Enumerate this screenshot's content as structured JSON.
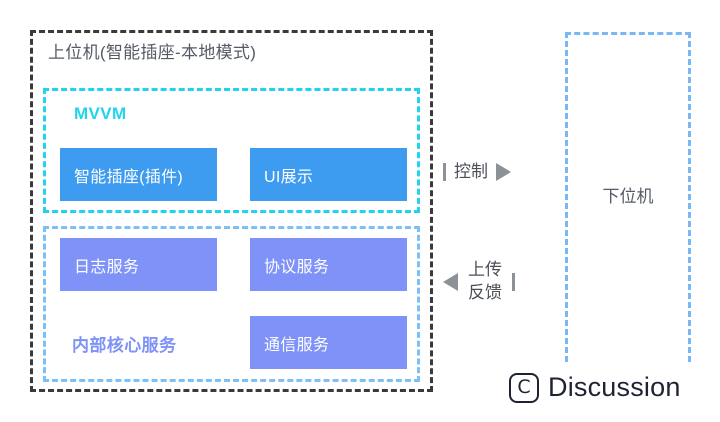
{
  "diagram": {
    "host": {
      "title": "上位机(智能插座-本地模式)",
      "mvvm": {
        "title": "MVVM",
        "blocks": [
          {
            "label": "智能插座(插件)",
            "color": "#3d9bf0"
          },
          {
            "label": "UI展示",
            "color": "#3d9bf0"
          }
        ]
      },
      "core": {
        "title": "内部核心服务",
        "blocks": [
          {
            "label": "日志服务",
            "color": "#7e92f8"
          },
          {
            "label": "协议服务",
            "color": "#7e92f8"
          },
          {
            "label": "通信服务",
            "color": "#7e92f8"
          }
        ]
      }
    },
    "device": {
      "title": "下位机"
    },
    "connectors": [
      {
        "label": "控制",
        "direction": "right"
      },
      {
        "label_line1": "上传",
        "label_line2": "反馈",
        "direction": "left"
      }
    ],
    "watermark": {
      "logo_letter": "C",
      "text": "Discussion"
    },
    "colors": {
      "host_border": "#3a3a3a",
      "mvvm_border": "#22d3ee",
      "core_border": "#7cc0f5",
      "device_border": "#79b8f7",
      "block_blue": "#3d9bf0",
      "block_purple": "#7e92f8",
      "connector": "#8c9198"
    }
  }
}
